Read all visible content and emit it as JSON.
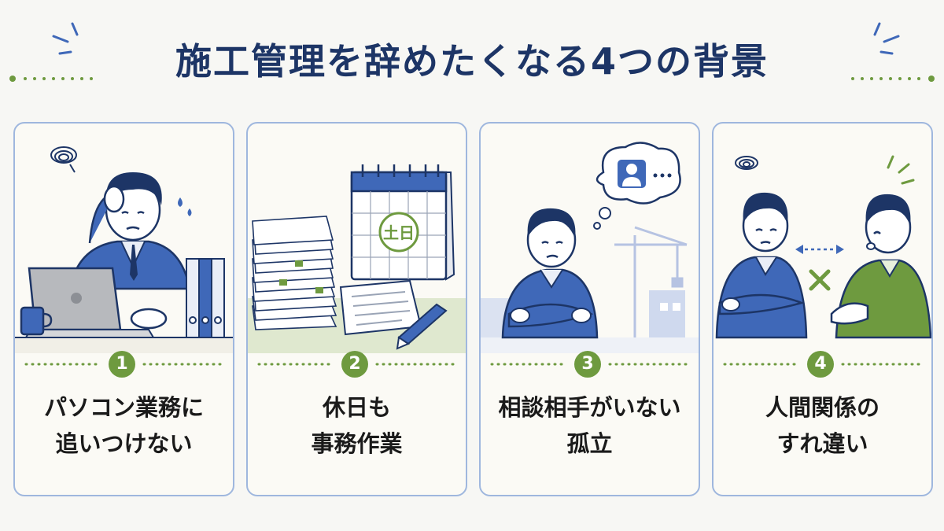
{
  "title": "施工管理を辞めたくなる4つの背景",
  "cards": [
    {
      "number": "1",
      "lines": [
        "パソコン業務に",
        "追いつけない"
      ]
    },
    {
      "number": "2",
      "lines": [
        "休日も",
        "事務作業"
      ]
    },
    {
      "number": "3",
      "lines": [
        "相談相手がいない",
        "孤立"
      ]
    },
    {
      "number": "4",
      "lines": [
        "人間関係の",
        "すれ違い"
      ]
    }
  ],
  "calendar_text": "土日",
  "colors": {
    "title": "#1d3566",
    "accent_green": "#6e9a3f",
    "card_border": "#9fb7de",
    "uniform_blue": "#3f68b8",
    "navy": "#1d3566"
  },
  "icons": [
    "stress-scribble-icon",
    "sweat-drop-icon",
    "laptop-icon",
    "binders-icon",
    "mug-icon",
    "document-stack-icon",
    "calendar-icon",
    "pen-icon",
    "thought-bubble-icon",
    "crane-icon",
    "arrow-icon",
    "cross-icon"
  ]
}
